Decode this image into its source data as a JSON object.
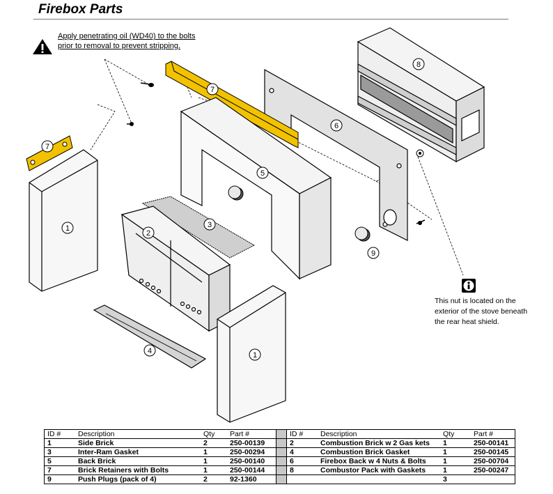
{
  "title": "Firebox Parts",
  "warning": {
    "icon": "warning-icon",
    "line1": "Apply penetrating oil (WD40) to the bolts",
    "line2": "prior to removal to prevent stripping."
  },
  "info": {
    "icon": "info-icon",
    "text": "This nut is located on the exterior of the stove beneath the rear heat shield."
  },
  "callouts": {
    "c1a": "1",
    "c1b": "1",
    "c2": "2",
    "c3": "3",
    "c4": "4",
    "c5": "5",
    "c6": "6",
    "c7a": "7",
    "c7b": "7",
    "c8": "8",
    "c9": "9"
  },
  "colors": {
    "retainer": "#f2c200",
    "gasket": "#bdbdbd",
    "panel": "#e4e4e4"
  },
  "table": {
    "headers": [
      "ID #",
      "Description",
      "Qty",
      "Part #",
      "ID #",
      "Description",
      "Qty",
      "Part #"
    ],
    "rows": [
      [
        "1",
        "Side Brick",
        "2",
        "250-00139",
        "2",
        "Combustion Brick w 2 Gas kets",
        "1",
        "250-00141"
      ],
      [
        "3",
        "Inter-Ram Gasket",
        "1",
        "250-00294",
        "4",
        "Combustion Brick Gasket",
        "1",
        "250-00145"
      ],
      [
        "5",
        "Back Brick",
        "1",
        "250-00140",
        "6",
        "Firebox Back w 4 Nuts & Bolts",
        "1",
        "250-00704"
      ],
      [
        "7",
        "Brick Retainers with Bolts",
        "1",
        "250-00144",
        "8",
        "Combustor Pack with Gaskets",
        "1",
        "250-00247"
      ],
      [
        "9",
        "Push Plugs (pack of 4)",
        "2",
        "92-1360",
        "",
        "",
        "3",
        ""
      ]
    ]
  }
}
